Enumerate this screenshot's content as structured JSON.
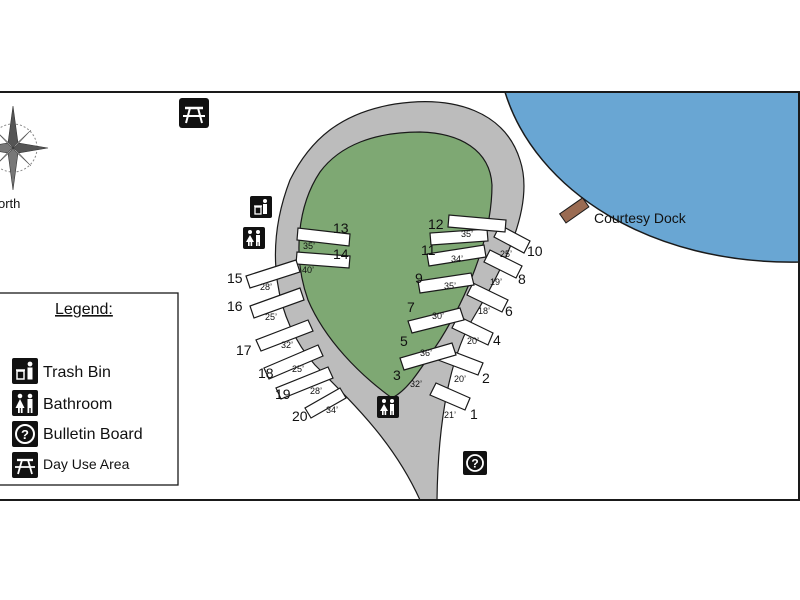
{
  "colors": {
    "water": "#69a6d3",
    "grass": "#7ea873",
    "road": "#bcbcbc",
    "outline": "#1a1a1a",
    "dock": "#9a6b52"
  },
  "compass": {
    "label": "orth"
  },
  "dock": {
    "label": "Courtesy Dock"
  },
  "legend": {
    "title": "Legend:",
    "items": [
      {
        "icon": "trash-bin-icon",
        "label": "Trash Bin"
      },
      {
        "icon": "bathroom-icon",
        "label": "Bathroom"
      },
      {
        "icon": "bulletin-board-icon",
        "label": "Bulletin Board"
      },
      {
        "icon": "day-use-area-icon",
        "label": "Day Use Area"
      }
    ]
  },
  "sites": [
    {
      "id": "site-1",
      "number": "1",
      "length": "21’"
    },
    {
      "id": "site-2",
      "number": "2",
      "length": "20’"
    },
    {
      "id": "site-3",
      "number": "3",
      "length": "32’"
    },
    {
      "id": "site-4",
      "number": "4",
      "length": "20’"
    },
    {
      "id": "site-5",
      "number": "5",
      "length": "36’"
    },
    {
      "id": "site-6",
      "number": "6",
      "length": "18’"
    },
    {
      "id": "site-7",
      "number": "7",
      "length": "30’"
    },
    {
      "id": "site-8",
      "number": "8",
      "length": "19’"
    },
    {
      "id": "site-9",
      "number": "9",
      "length": "35’"
    },
    {
      "id": "site-10",
      "number": "10",
      "length": "25’"
    },
    {
      "id": "site-11",
      "number": "11",
      "length": "34’"
    },
    {
      "id": "site-12",
      "number": "12",
      "length": "35’"
    },
    {
      "id": "site-13",
      "number": "13",
      "length": "35’"
    },
    {
      "id": "site-14",
      "number": "14",
      "length": "40’"
    },
    {
      "id": "site-15",
      "number": "15",
      "length": "28’"
    },
    {
      "id": "site-16",
      "number": "16",
      "length": "25’"
    },
    {
      "id": "site-17",
      "number": "17",
      "length": "32’"
    },
    {
      "id": "site-18",
      "number": "18",
      "length": "25’"
    },
    {
      "id": "site-19",
      "number": "19",
      "length": "28’"
    },
    {
      "id": "site-20",
      "number": "20",
      "length": "34’"
    }
  ]
}
